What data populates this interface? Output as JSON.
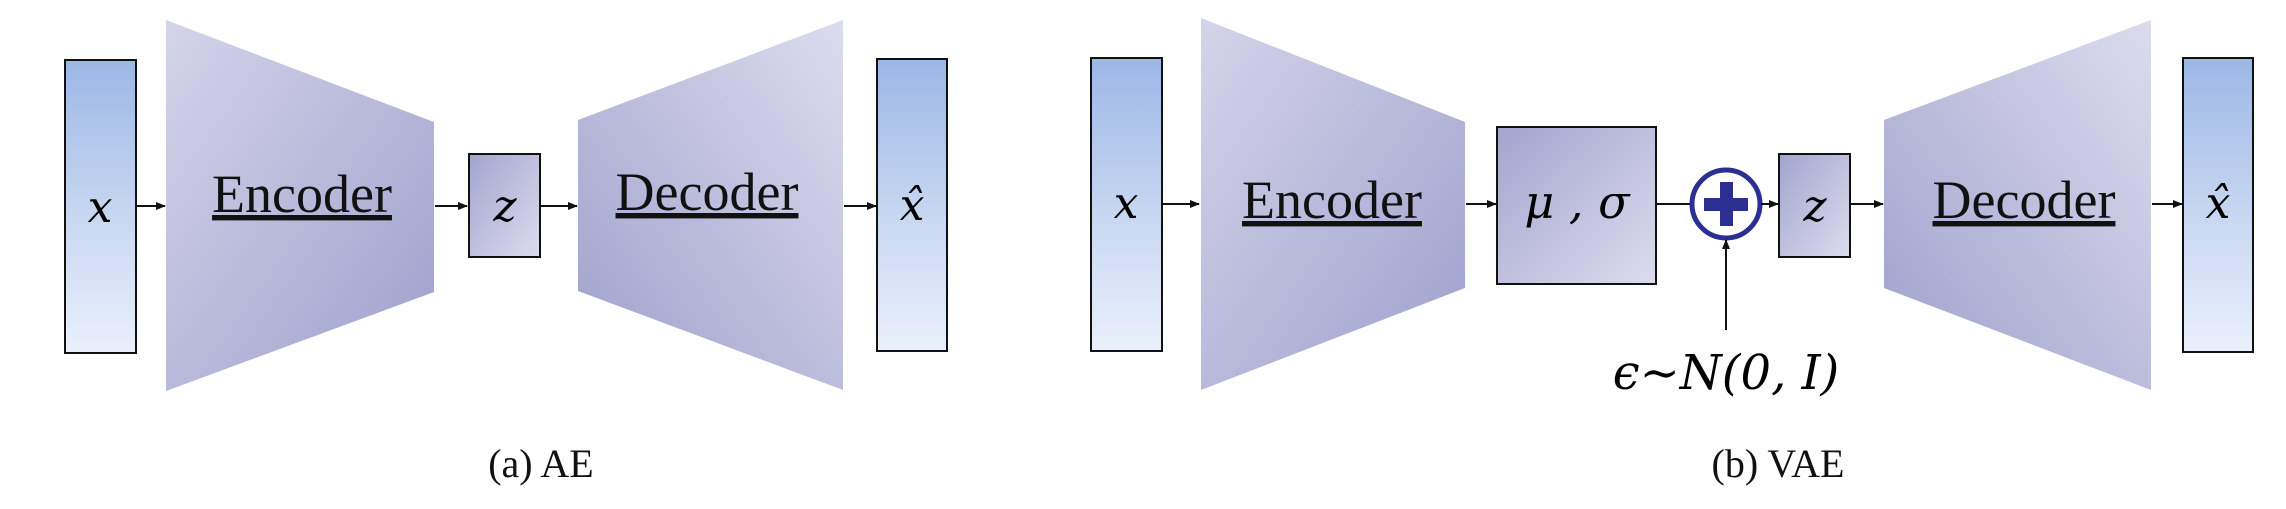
{
  "ae": {
    "input_label": "x",
    "encoder_label": "Encoder",
    "latent_label": "z",
    "decoder_label": "Decoder",
    "output_label": "x̂",
    "caption": "(a) AE"
  },
  "vae": {
    "input_label": "x",
    "encoder_label": "Encoder",
    "params_label": "μ , σ",
    "latent_label": "z",
    "decoder_label": "Decoder",
    "output_label": "x̂",
    "noise_label": "ϵ∼N(0, I)",
    "caption": "(b) VAE"
  },
  "colors": {
    "block_blue": "#9db8e6",
    "trapezoid_purple": "#a7a8d1",
    "add_node": "#2b2f91"
  },
  "icons": [
    "plus-icon"
  ]
}
